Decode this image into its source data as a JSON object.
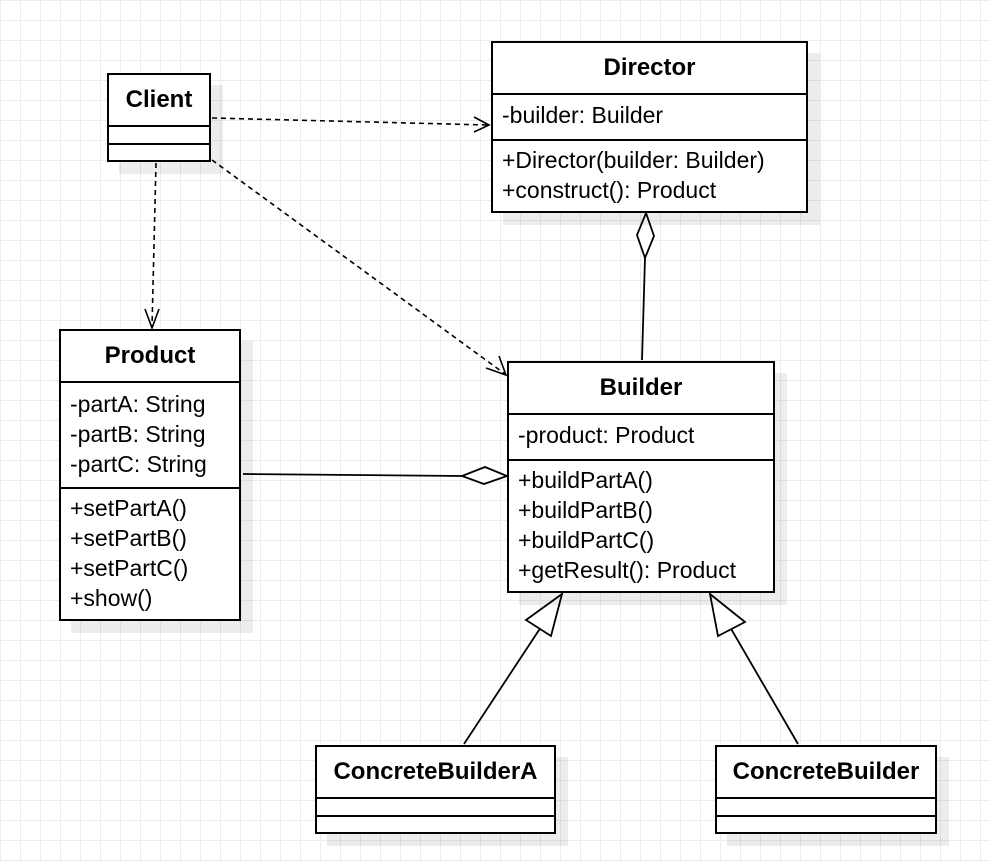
{
  "diagram": {
    "classes": {
      "client": {
        "name": "Client",
        "attributes": [],
        "methods": []
      },
      "director": {
        "name": "Director",
        "attributes": [
          "-builder: Builder"
        ],
        "methods": [
          "+Director(builder: Builder)",
          "+construct(): Product"
        ]
      },
      "product": {
        "name": "Product",
        "attributes": [
          "-partA: String",
          "-partB: String",
          "-partC: String"
        ],
        "methods": [
          "+setPartA()",
          "+setPartB()",
          "+setPartC()",
          "+show()"
        ]
      },
      "builder": {
        "name": "Builder",
        "attributes": [
          "-product: Product"
        ],
        "methods": [
          "+buildPartA()",
          "+buildPartB()",
          "+buildPartC()",
          "+getResult(): Product"
        ]
      },
      "concrete_builder_a": {
        "name": "ConcreteBuilderA",
        "attributes": [],
        "methods": []
      },
      "concrete_builder": {
        "name": "ConcreteBuilder",
        "attributes": [],
        "methods": []
      }
    },
    "relations": [
      {
        "from": "client",
        "to": "director",
        "type": "dependency"
      },
      {
        "from": "client",
        "to": "builder",
        "type": "dependency"
      },
      {
        "from": "client",
        "to": "product",
        "type": "dependency"
      },
      {
        "from": "director",
        "to": "builder",
        "type": "aggregation"
      },
      {
        "from": "builder",
        "to": "product",
        "type": "aggregation"
      },
      {
        "from": "concrete_builder_a",
        "to": "builder",
        "type": "generalization"
      },
      {
        "from": "concrete_builder",
        "to": "builder",
        "type": "generalization"
      }
    ]
  }
}
